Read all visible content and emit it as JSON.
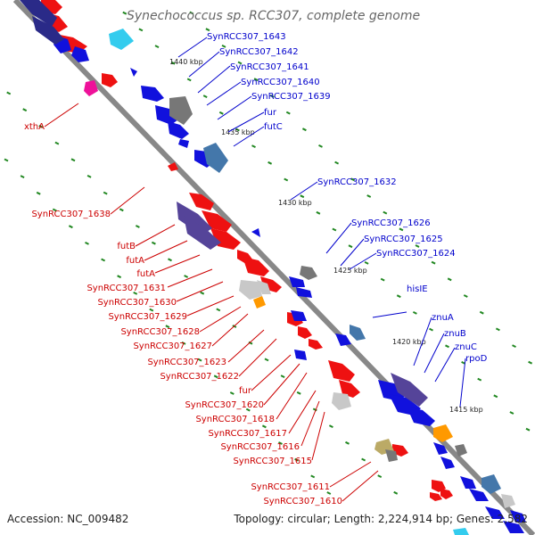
{
  "title": "Synechococcus sp. RCC307, complete genome",
  "footer": {
    "accession": "Accession: NC_009482",
    "topology": "Topology: circular; Length: 2,224,914 bp; Genes: 2,582"
  },
  "colors": {
    "backbone": "#888888",
    "forward_gene": "#ee1111",
    "reverse_gene": "#1111dd",
    "dark_navy": "#2a2a88",
    "purple": "#554499",
    "gray": "#777777",
    "light_gray": "#c8c8c8",
    "steel_blue": "#4477aa",
    "orange": "#ff9900",
    "khaki": "#bbaa66",
    "magenta": "#ee1199",
    "cyan": "#33ccee",
    "tick_green": "#228822",
    "label_red": "#cc0000",
    "label_blue": "#0000cc"
  },
  "kbp_marks": [
    {
      "label": "1440 kbp"
    },
    {
      "label": "1435 kbp"
    },
    {
      "label": "1430 kbp"
    },
    {
      "label": "1425 kbp"
    },
    {
      "label": "1420 kbp"
    },
    {
      "label": "1415 kbp"
    }
  ],
  "labels_blue": [
    "SynRCC307_1643",
    "SynRCC307_1642",
    "SynRCC307_1641",
    "SynRCC307_1640",
    "SynRCC307_1639",
    "fur",
    "futC",
    "SynRCC307_1632",
    "SynRCC307_1626",
    "SynRCC307_1625",
    "SynRCC307_1624",
    "hisIE",
    "znuA",
    "znuB",
    "znuC",
    "rpoD"
  ],
  "labels_red": [
    "xthA",
    "SynRCC307_1638",
    "futB",
    "futA",
    "futA",
    "SynRCC307_1631",
    "SynRCC307_1630",
    "SynRCC307_1629",
    "SynRCC307_1628",
    "SynRCC307_1627",
    "SynRCC307_1623",
    "SynRCC307_1622",
    "fur",
    "SynRCC307_1620",
    "SynRCC307_1618",
    "SynRCC307_1617",
    "SynRCC307_1616",
    "SynRCC307_1615",
    "SynRCC307_1611",
    "SynRCC307_1610"
  ]
}
